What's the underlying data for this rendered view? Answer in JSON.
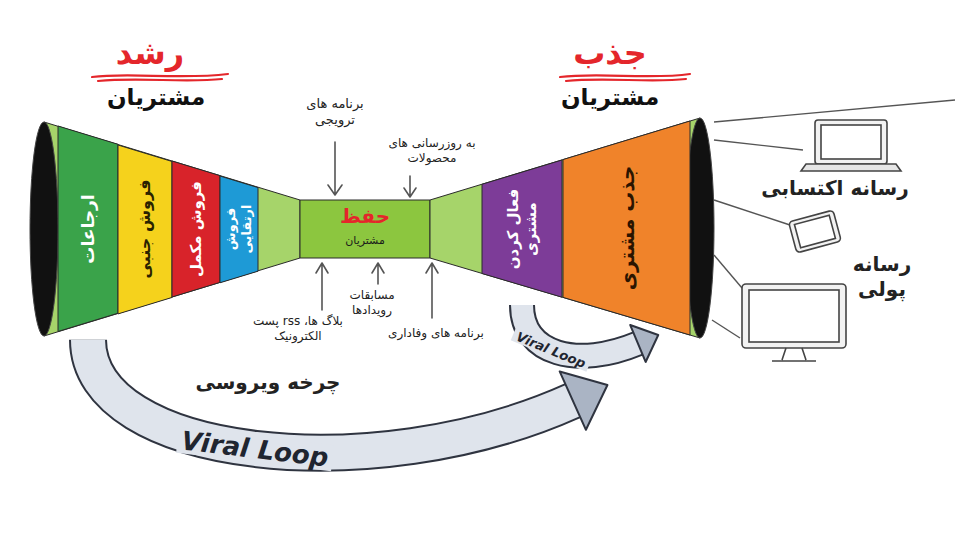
{
  "diagram": {
    "nodes": [
      {
        "text": [
          "رشد",
          "مشتریان"
        ]
      },
      {
        "text": [
          "ارجاعات"
        ],
        "in": 0
      },
      {
        "text": [
          "فروش جنبی"
        ],
        "in": 0
      },
      {
        "text": [
          "فروش مکمل"
        ],
        "in": 0
      },
      {
        "text": [
          "فروش ارتقایی"
        ],
        "in": 0
      },
      {
        "text": [
          "حفظ",
          "مشتریان"
        ]
      },
      {
        "text": [
          "جذب",
          "مشتریان"
        ]
      },
      {
        "text": [
          "فعال کردن مشتری"
        ],
        "in": 6
      },
      {
        "text": [
          "جذب مشتری"
        ],
        "in": 6
      }
    ],
    "edges": [
      {
        "from": 1,
        "to": 8,
        "arrow": "to",
        "label": "Viral Loop"
      },
      {
        "from": 7,
        "to": 8,
        "arrow": "to",
        "label": "Viral Loop"
      }
    ],
    "labels": [
      "برنامه های ترویجی",
      "به روزرسانی های محصولات",
      "بلاگ ها، rss پست الکترونیک",
      "مسابقات رویدادها",
      "برنامه های وفاداری",
      "رسانه اکتسابی",
      "رسانه پولی",
      "چرخه ویروسی"
    ]
  }
}
